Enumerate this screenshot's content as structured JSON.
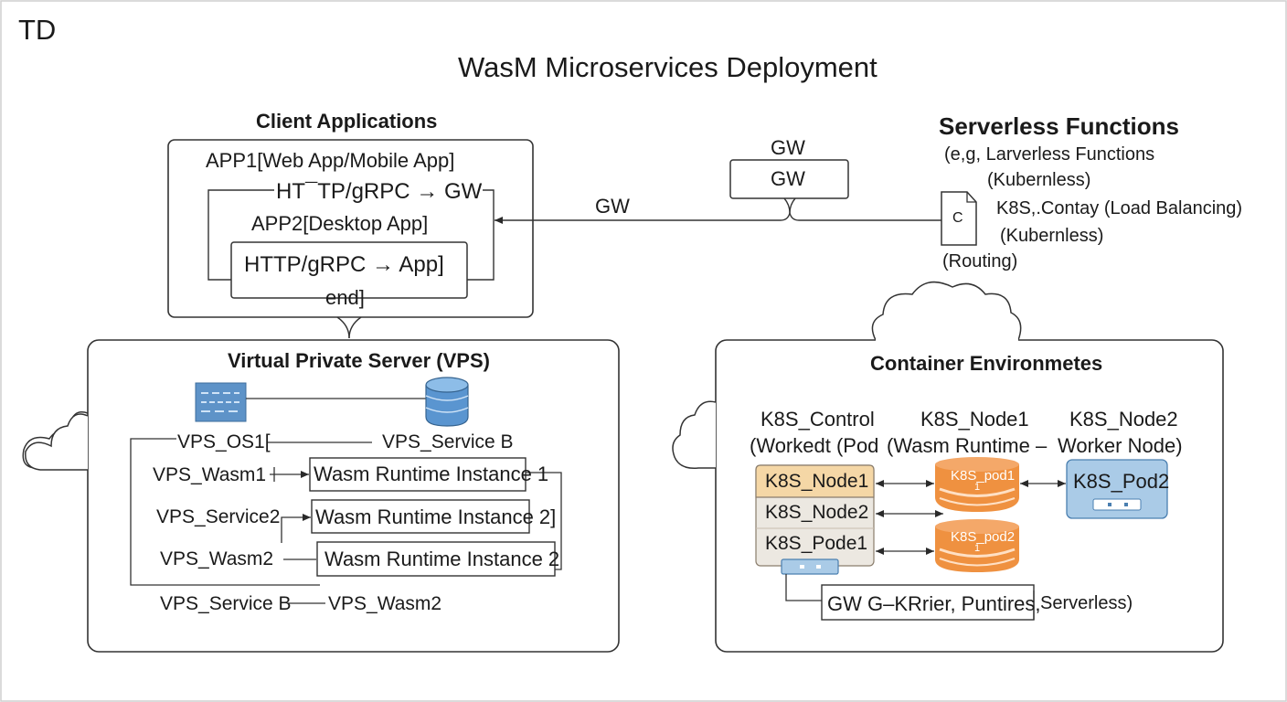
{
  "header": {
    "corner_label": "TD",
    "title": "WasM Microservices Deployment"
  },
  "client_apps": {
    "title": "Client Applications",
    "lines": [
      "APP1[Web App/Mobile App]",
      "HT¯TP/gRPC → GW",
      "APP2[Desktop App]",
      "HTTP/gRPC → App]",
      "end]"
    ]
  },
  "gateway": {
    "caption": "GW",
    "box_label": "GW",
    "arrow_label": "GW"
  },
  "serverless": {
    "title": "Serverless Functions",
    "lines": [
      "(e,g, Larverless Functions",
      "(Kubernless)",
      "K8S,.Contay (Load Balancing)",
      "(Kubernless)",
      "(Routing)"
    ],
    "file_glyph": "C"
  },
  "vps": {
    "title": "Virtual Private Server (VPS)",
    "labels": {
      "os1": "VPS_OS1[",
      "service_b_top": "VPS_Service B",
      "wasm1": "VPS_Wasm1",
      "service2": "VPS_Service2",
      "wasm2": "VPS_Wasm2",
      "service_b_bottom": "VPS_Service B",
      "wasm2_bottom": "VPS_Wasm2"
    },
    "runtime_boxes": [
      "Wasm Runtime Instance 1",
      "Wasm Runtime Instance 2]",
      "Wasm Runtime Instance 2"
    ]
  },
  "containers": {
    "title": "Container Environmetes",
    "headers": {
      "control": [
        "K8S_Control",
        "(Workedt (Pod"
      ],
      "node1": [
        "K8S_Node1",
        "(Wasm Runtime –"
      ],
      "node2": [
        "K8S_Node2",
        "Worker Node)"
      ]
    },
    "stack_items": [
      "K8S_Node1",
      "K8S_Node2",
      "K8S_Pode1"
    ],
    "pods": [
      {
        "label": "K8S_pod1",
        "sub": "1"
      },
      {
        "label": "K8S_pod2",
        "sub": "1"
      }
    ],
    "pod2_box": "K8S_Pod2",
    "gateway_box": "GW G–KRrier, Puntires,",
    "gateway_suffix": "Serverless)"
  },
  "colors": {
    "line": "#2a2a2a",
    "node_header": "#f5d7a6",
    "node_body": "#ece8e1",
    "pod_orange": "#ef9140",
    "pod_blue": "#aacbe7",
    "server_blue": "#5e93c8",
    "db_blue": "#5a95d0"
  },
  "icons": {
    "server": "server-rack-icon",
    "database": "database-icon",
    "file": "file-icon",
    "cloud": "cloud-icon"
  }
}
